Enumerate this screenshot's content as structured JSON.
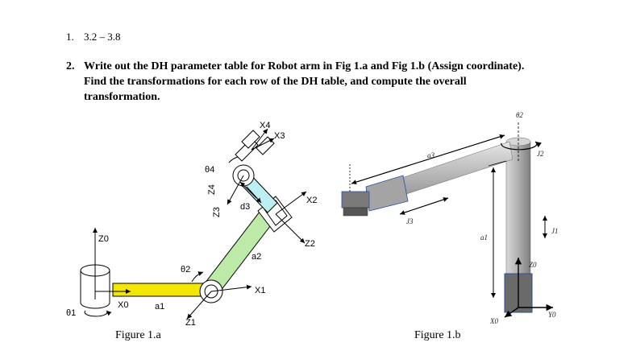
{
  "item1": {
    "number": "1.",
    "text": "3.2 – 3.8"
  },
  "item2": {
    "number": "2.",
    "lines": [
      "Write out the DH parameter table for Robot arm in Fig 1.a and Fig 1.b (Assign coordinate).",
      "Find the transformations for each row of the DH table, and compute the overall",
      "transformation."
    ]
  },
  "figure_a": {
    "caption": "Figure 1.a",
    "labels": {
      "x4": "X4",
      "x3": "X3",
      "theta4": "θ4",
      "z4": "Z4",
      "z3": "Z3",
      "d3": "d3",
      "x2": "X2",
      "z2": "Z2",
      "z0": "Z0",
      "a2": "a2",
      "theta2": "θ2",
      "x1": "X1",
      "x0": "X0",
      "a1": "a1",
      "z1": "Z1",
      "theta1": "θ1"
    },
    "colors": {
      "link1": "#f3e600",
      "link2": "#bdeaa8",
      "link3": "#bdeef2"
    }
  },
  "figure_b": {
    "caption": "Figure 1.b",
    "labels": {
      "theta2": "θ2",
      "a3": "a3",
      "j2": "J2",
      "j3": "J3",
      "a1": "a1",
      "j1": "J1",
      "z0": "Z0",
      "x0": "X0",
      "y0": "Y0"
    }
  }
}
